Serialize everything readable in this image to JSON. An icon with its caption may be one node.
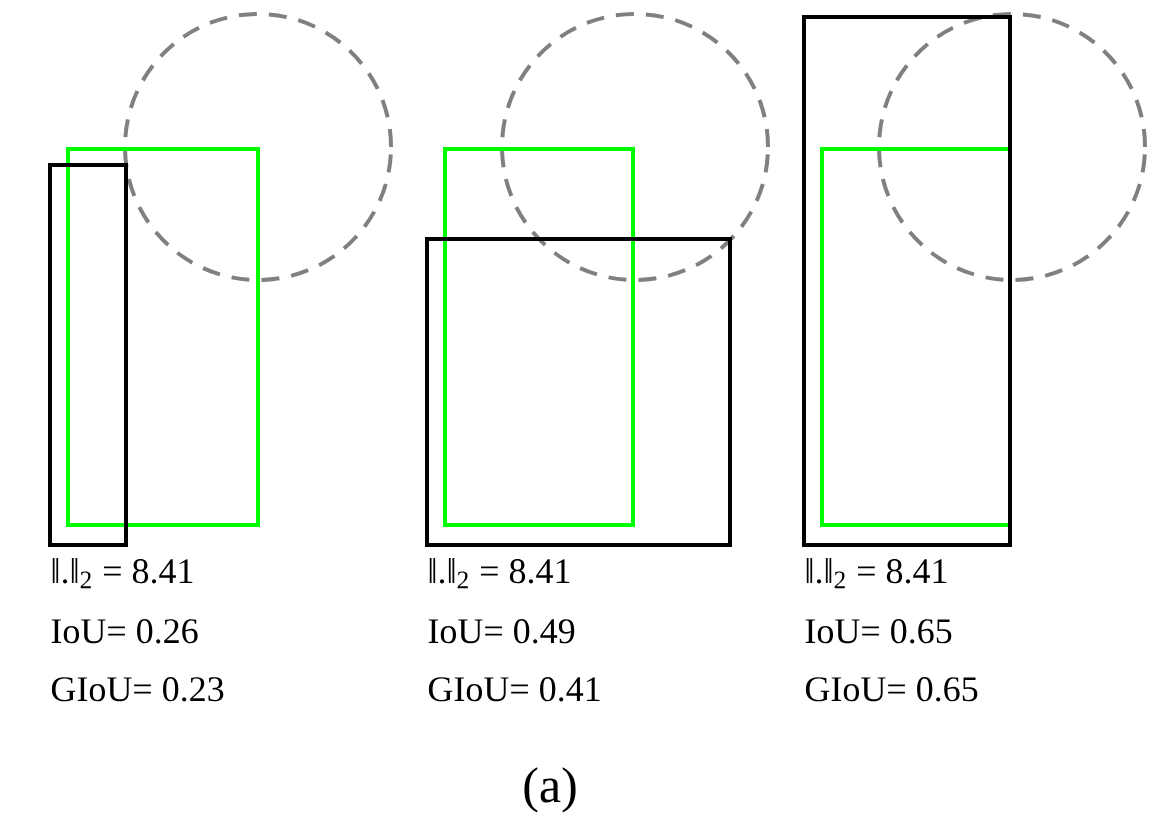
{
  "diagram": {
    "caption": "(a)",
    "labels": [
      "‖.‖$_{2}$  = 8.41",
      "IoU= 0.26",
      "GIoU= 0.23",
      "‖.‖$_{2}$  = 8.41",
      "IoU= 0.49",
      "GIoU= 0.41",
      "‖.‖$_{2}$  = 8.41",
      "IoU= 0.65",
      "GIoU= 0.65"
    ]
  }
}
